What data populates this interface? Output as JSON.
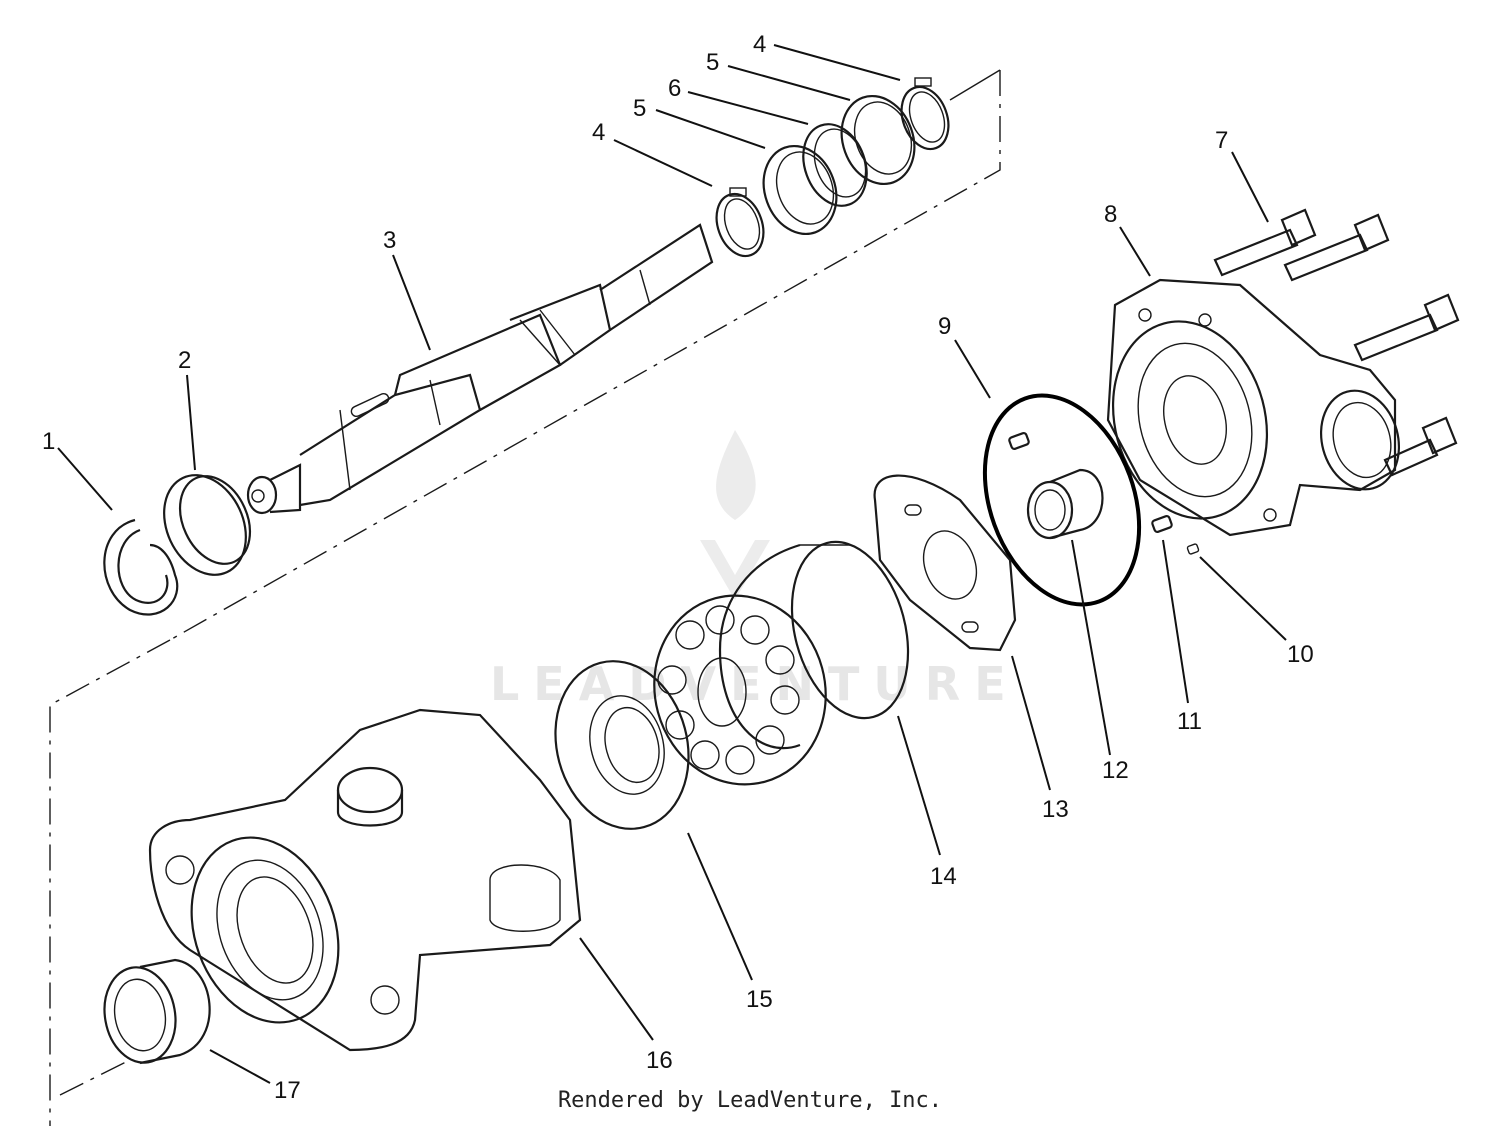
{
  "callouts": {
    "c1": "1",
    "c2": "2",
    "c3": "3",
    "c4a": "4",
    "c4b": "4",
    "c5a": "5",
    "c5b": "5",
    "c6": "6",
    "c7": "7",
    "c8": "8",
    "c9": "9",
    "c10": "10",
    "c11": "11",
    "c12": "12",
    "c13": "13",
    "c14": "14",
    "c15": "15",
    "c16": "16",
    "c17": "17"
  },
  "watermark": "LEADVENTURE",
  "footer": "Rendered by LeadVenture, Inc."
}
